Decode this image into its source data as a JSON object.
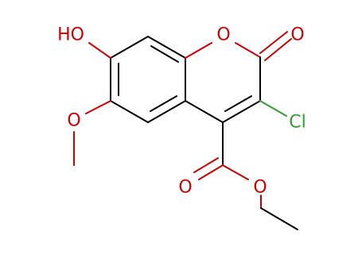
{
  "molecule": {
    "atom_labels": {
      "hydroxyl": "HO",
      "ring_oxygen": "O",
      "carbonyl_oxygen": "O",
      "chlorine": "Cl",
      "methoxy_oxygen": "O",
      "ester_carbonyl_oxygen": "O",
      "ester_oxygen": "O"
    },
    "colors": {
      "bond": "#000000",
      "oxygen": "#cc0000",
      "chlorine": "#2e9e2e"
    }
  }
}
